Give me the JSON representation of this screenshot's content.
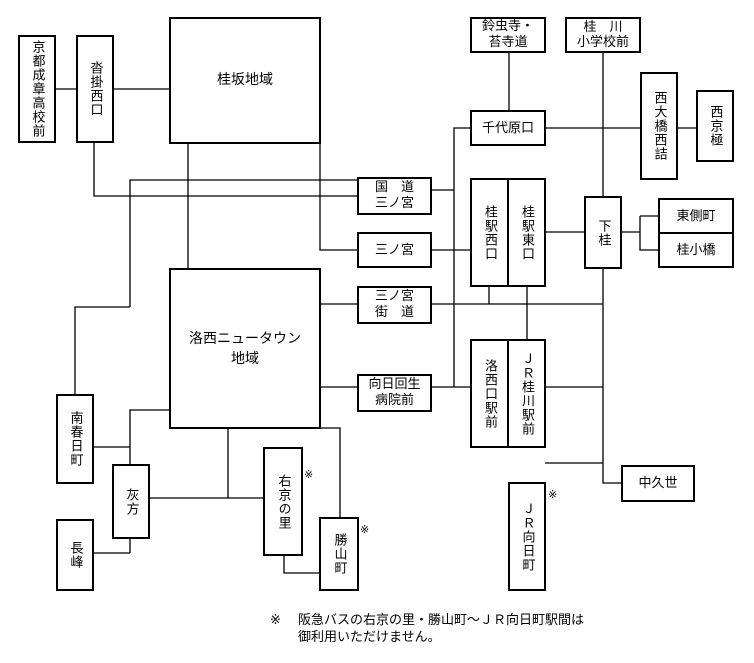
{
  "stops": {
    "kyoto_seisho": "京都成章高校前",
    "kutsukake_nishiguchi": "沓掛西口",
    "katsurazaka": "桂坂地域",
    "suzumushi": "鈴虫寺・苔寺道",
    "katsuragawa_school": [
      "桂　川",
      "小学校前"
    ],
    "nishiohashi": "西大橋西詰",
    "nishikyogoku": "西京極",
    "sendaibaraguchi": "千代原口",
    "kokudo_sannomiya": [
      "国　道",
      "三ノ宮"
    ],
    "sannomiya": "三ノ宮",
    "sannomiya_kaido": [
      "三ノ宮",
      "街　道"
    ],
    "katsura_west": "桂駅西口",
    "katsura_east": "桂駅東口",
    "shimokatsura": "下桂",
    "higashigawacho": "東側町",
    "katsurakobashi": "桂小橋",
    "rakusai_nt": [
      "洛西ニュータウン",
      "地域"
    ],
    "mukomachi_hospital": [
      "向日回生",
      "病院前"
    ],
    "rakusaiguchi": "洛西口駅前",
    "jr_katsuragawa": "ＪＲ桂川駅前",
    "minamikasuga": "南春日町",
    "haikata": "灰方",
    "nagamine": "長峰",
    "ukyonosato": "右京の里",
    "shozan": "勝山町",
    "nakakuze": "中久世",
    "jr_mukomachi": "ＪＲ向日町"
  },
  "marks": {
    "asterisk": "※"
  },
  "note": {
    "symbol": "※",
    "line1": "阪急バスの右京の里・勝山町～ＪＲ向日町駅間は",
    "line2": "御利用いただけません。"
  }
}
